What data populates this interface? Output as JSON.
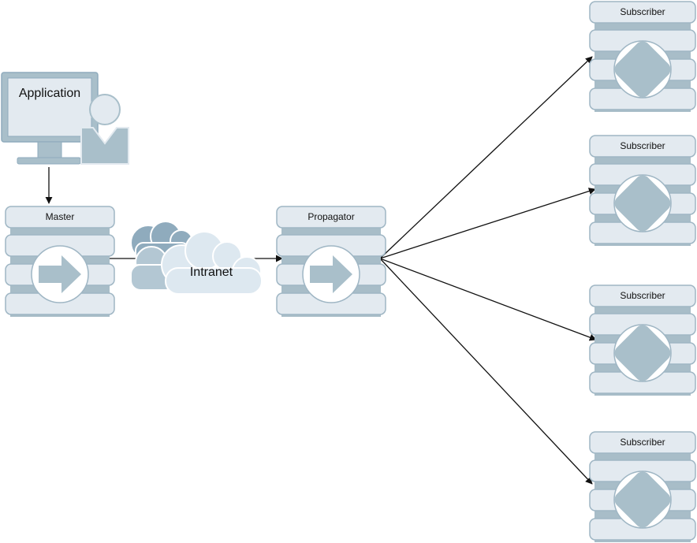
{
  "colors": {
    "panel_fill": "#e3eaf0",
    "panel_stroke": "#9fb6c4",
    "slot_fill": "#a8bdc8",
    "icon_fill": "#a9bfca",
    "cloud_dark": "#8fabbd",
    "cloud_mid": "#b3c7d3",
    "cloud_light": "#dde8f0",
    "line": "#111111"
  },
  "application": {
    "label": "Application"
  },
  "network": {
    "label": "Intranet"
  },
  "master": {
    "label": "Master",
    "icon": "arrow-right-icon"
  },
  "propagator": {
    "label": "Propagator",
    "icon": "arrow-right-icon"
  },
  "subscribers": [
    {
      "label": "Subscriber",
      "icon": "diamond-icon"
    },
    {
      "label": "Subscriber",
      "icon": "diamond-icon"
    },
    {
      "label": "Subscriber",
      "icon": "diamond-icon"
    },
    {
      "label": "Subscriber",
      "icon": "diamond-icon"
    }
  ]
}
